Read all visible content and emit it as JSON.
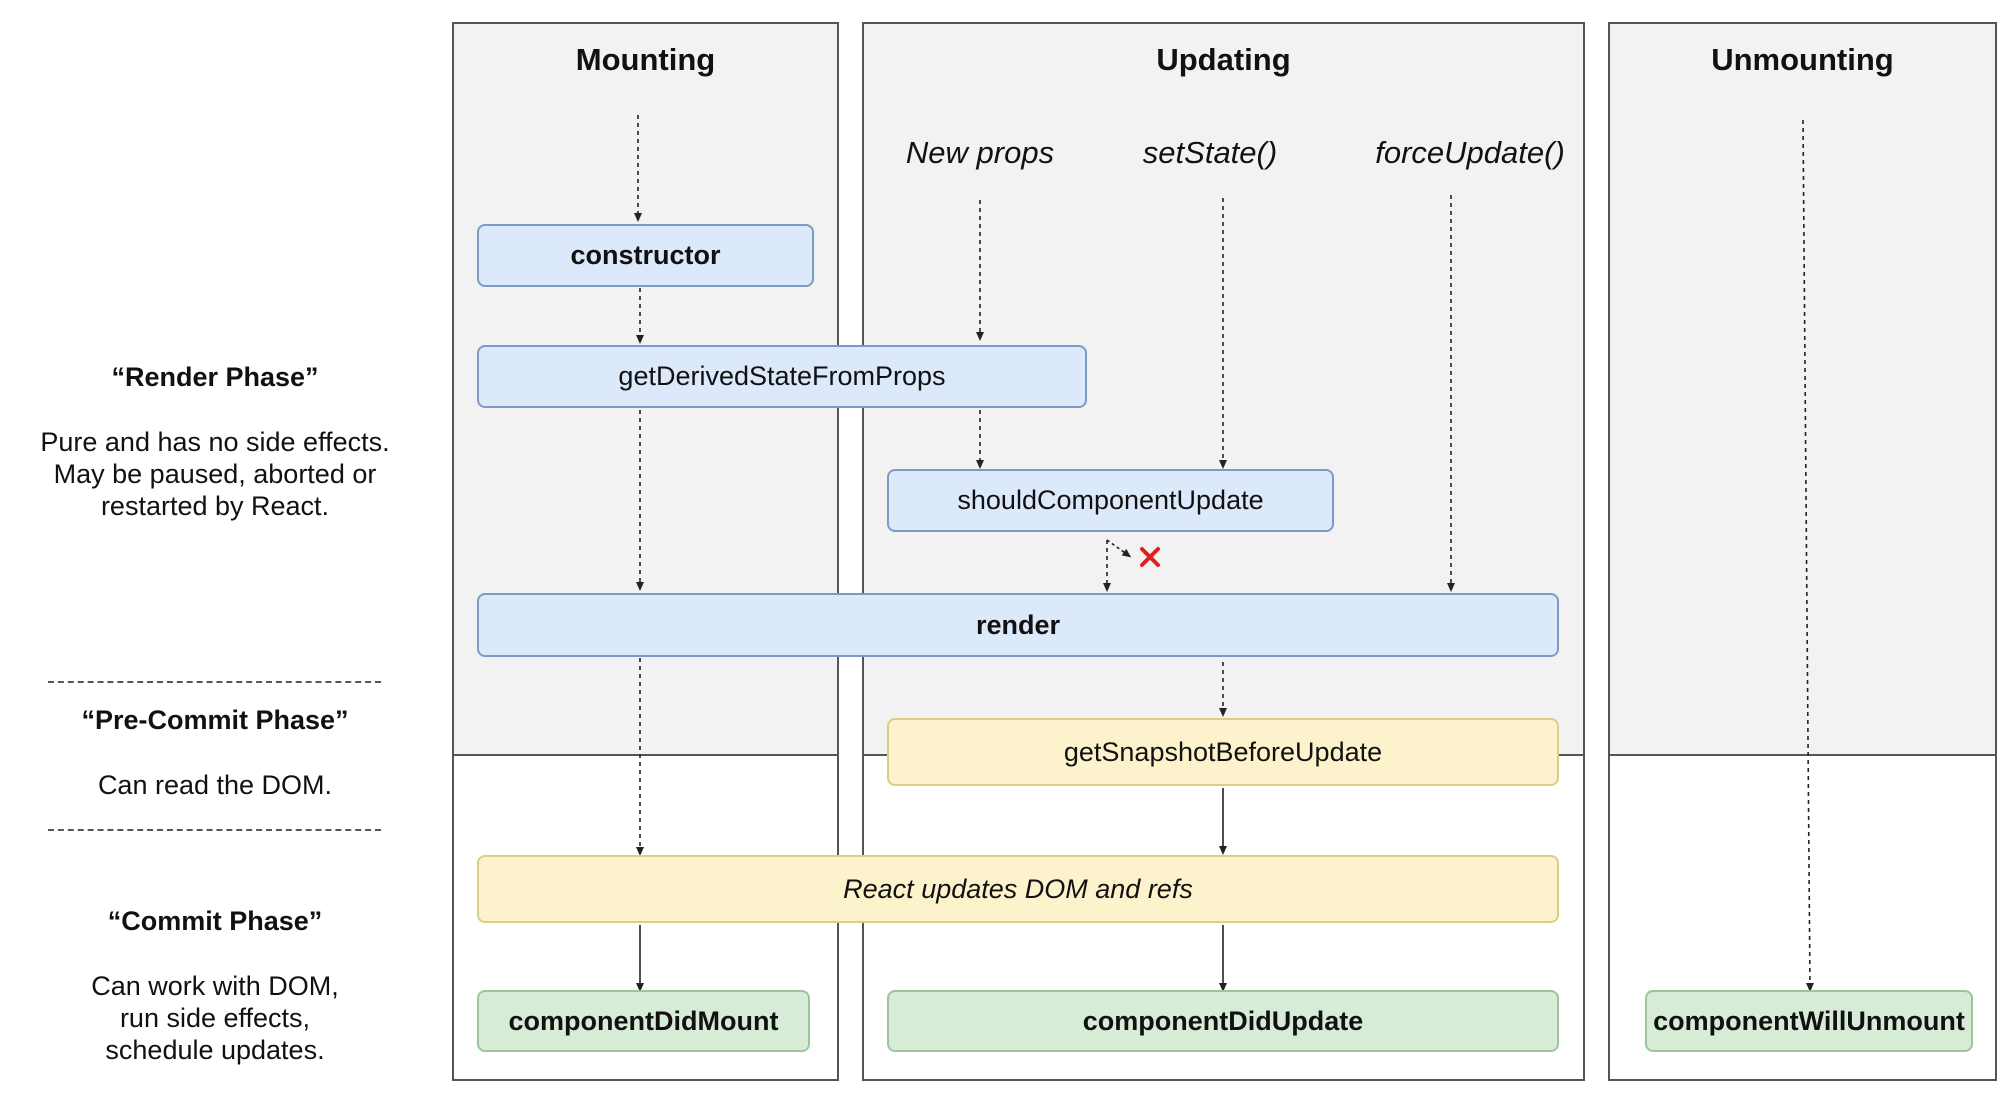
{
  "columns": {
    "mounting": "Mounting",
    "updating": "Updating",
    "unmounting": "Unmounting"
  },
  "triggers": {
    "new_props": "New props",
    "set_state": "setState()",
    "force_update": "forceUpdate()"
  },
  "methods": {
    "constructor": "constructor",
    "get_derived_state_from_props": "getDerivedStateFromProps",
    "should_component_update": "shouldComponentUpdate",
    "render": "render",
    "get_snapshot_before_update": "getSnapshotBeforeUpdate",
    "react_updates_dom": "React updates DOM and refs",
    "component_did_mount": "componentDidMount",
    "component_did_update": "componentDidUpdate",
    "component_will_unmount": "componentWillUnmount"
  },
  "phases": {
    "render": {
      "title": "“Render Phase”",
      "desc": [
        "Pure and has no side effects.",
        "May be paused, aborted or",
        "restarted by React."
      ]
    },
    "pre_commit": {
      "title": "“Pre-Commit Phase”",
      "desc": [
        "Can read the DOM."
      ]
    },
    "commit": {
      "title": "“Commit Phase”",
      "desc": [
        "Can work with DOM,",
        "run side effects,",
        "schedule updates."
      ]
    }
  },
  "colors": {
    "render_phase_box": "#dce9fb",
    "pre_commit_box": "#fcf3cc",
    "commit_box": "#d7ecd7",
    "column_shade": "#f2f2f2",
    "cancel_mark": "#e02020"
  },
  "icons": {
    "cancel": "x-mark-icon"
  }
}
